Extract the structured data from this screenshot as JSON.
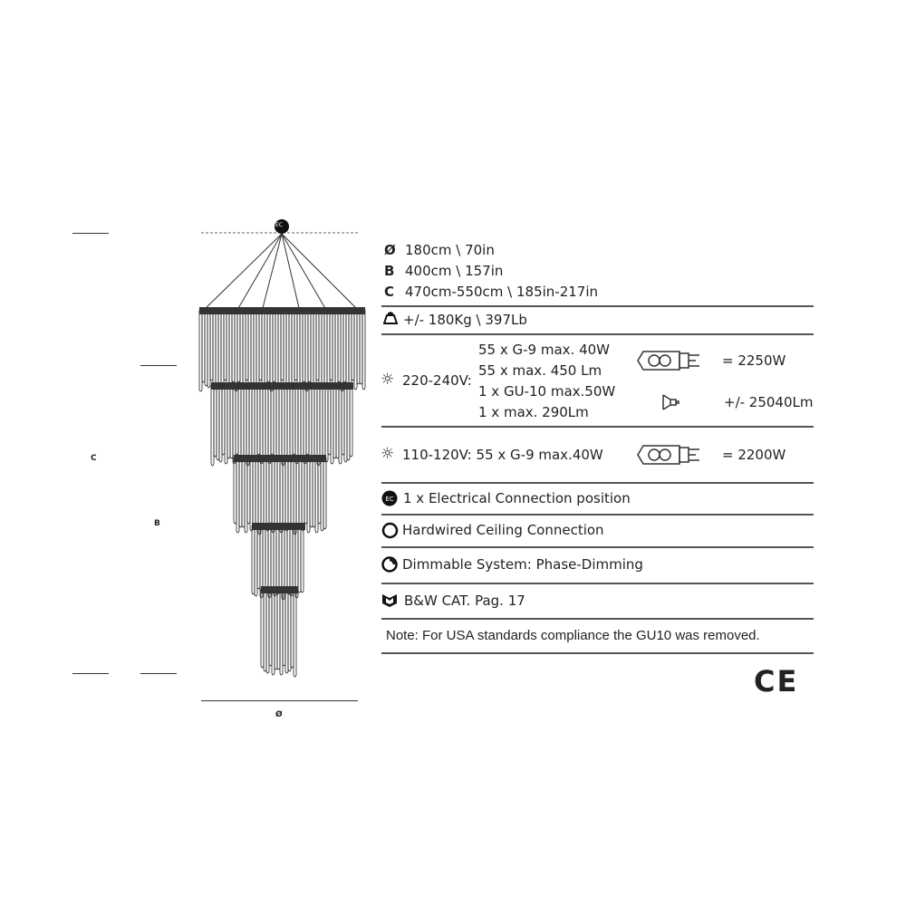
{
  "dimensions_labels": {
    "c": "C",
    "b": "B",
    "diameter": "Ø",
    "ec": "EC"
  },
  "specs": {
    "diameter": {
      "symbol": "Ø",
      "value": "180cm \\ 70in"
    },
    "b": {
      "symbol": "B",
      "value": "400cm \\ 157in"
    },
    "c": {
      "symbol": "C",
      "value": "470cm-550cm \\ 185in-217in"
    },
    "weight": "+/- 180Kg \\ 397Lb"
  },
  "power_eu": {
    "voltage": "220-240V:",
    "lines": [
      "55 x G-9 max. 40W",
      "55 x max. 450 Lm",
      "1 x GU-10 max.50W",
      "1 x max. 290Lm"
    ],
    "total_watt": "= 2250W",
    "total_lumen": "+/- 25040Lm"
  },
  "power_us": {
    "label": "110-120V: 55 x G-9 max.40W",
    "total_watt": "= 2200W"
  },
  "features": [
    {
      "icon": "ec-icon",
      "label": "1 x Electrical Connection position"
    },
    {
      "icon": "ring-icon",
      "label": "Hardwired Ceiling Connection"
    },
    {
      "icon": "dimmer-icon",
      "label": "Dimmable System: Phase-Dimming"
    },
    {
      "icon": "catalog-icon",
      "label": "B&W CAT. Pag. 17"
    }
  ],
  "note": "Note: For USA standards compliance the GU10 was removed.",
  "ce_mark": "CE"
}
